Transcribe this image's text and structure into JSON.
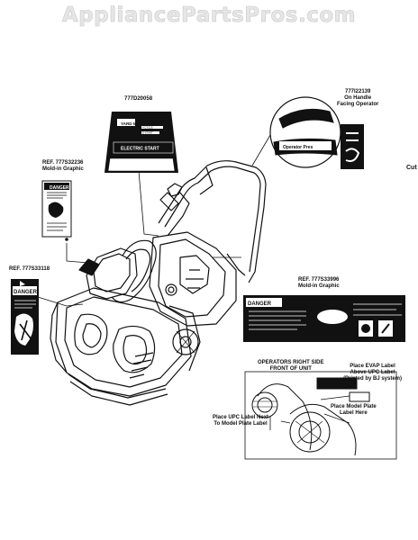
{
  "watermark": "AppliancePartsPros.com",
  "parts": [
    {
      "ref": "777D20058"
    },
    {
      "ref": "777I22139",
      "note": [
        "On Handle",
        "Facing Operator"
      ]
    },
    {
      "ref": "REF. 777S32236",
      "note": [
        "Mold-in Graphic"
      ]
    },
    {
      "ref": "REF. 777S33118"
    },
    {
      "ref": "REF. 777S33996",
      "note": [
        "Mold-in Graphic"
      ]
    }
  ],
  "detail": {
    "title": [
      "OPERATORS RIGHT SIDE",
      "FRONT OF UNIT"
    ],
    "evap": [
      "Place EVAP Label",
      "Above UPC Label",
      "(Printed by BJ system)"
    ],
    "model": [
      "Place Model Plate",
      "Label Here"
    ],
    "upc": [
      "Place UPC Label Next",
      "To Model Plate Label"
    ]
  },
  "decal_text": {
    "brand": "YARD MACHINES",
    "start": "ELECTRIC START",
    "danger": "DANGER",
    "operator": "Operator Pres",
    "model_line": [
      "4 CYCLE",
      "E-START"
    ]
  },
  "cut_text": "Cut"
}
